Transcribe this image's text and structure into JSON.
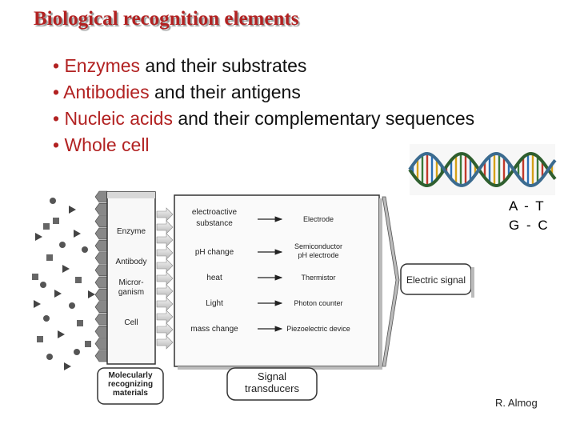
{
  "title": "Biological recognition elements",
  "bullets": [
    {
      "highlight": "• Enzymes",
      "rest": " and their substrates"
    },
    {
      "highlight": "• Antibodies",
      "rest": " and their antigens"
    },
    {
      "highlight": "• Nucleic acids",
      "rest": " and their complementary sequences"
    },
    {
      "highlight": "• Whole cell",
      "rest": ""
    }
  ],
  "dna_pairs": [
    "A - T",
    "G - C"
  ],
  "diagram": {
    "recognizers": [
      "Enzyme",
      "Antibody",
      "Micror-\nganism",
      "Cell"
    ],
    "recognizers_caption": "Molecularly\nrecognizing\nmaterials",
    "signals": [
      "electroactive\nsubstance",
      "pH change",
      "heat",
      "Light",
      "mass change"
    ],
    "devices": [
      "Electrode",
      "Semiconductor\npH electrode",
      "Thermistor",
      "Photon counter",
      "Piezoelectric device"
    ],
    "transducers_caption": "Signal\ntransducers",
    "output": "Electric signal"
  },
  "author": "R. Almog",
  "colors": {
    "title": "#b22222",
    "highlight": "#b22222"
  }
}
